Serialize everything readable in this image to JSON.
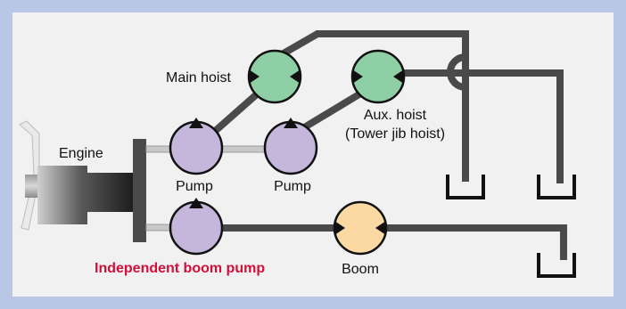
{
  "labels": {
    "engine": "Engine",
    "main_hoist": "Main hoist",
    "aux_hoist_line1": "Aux. hoist",
    "aux_hoist_line2": "(Tower jib hoist)",
    "pump_1": "Pump",
    "pump_2": "Pump",
    "independent_boom_pump": "Independent boom pump",
    "boom": "Boom"
  },
  "colors": {
    "pump_fill": "#c5b6dc",
    "hoist_motor_fill": "#8fcfa5",
    "boom_motor_fill": "#fbd9a2",
    "pipe": "#4a4a4a",
    "highlight_text": "#d0103a",
    "frame_border": "#b9c7e6",
    "panel_background": "#f1f1f1"
  },
  "icons": [
    "engine-fan-icon",
    "pump-symbol",
    "motor-symbol",
    "reservoir-tank-symbol"
  ]
}
